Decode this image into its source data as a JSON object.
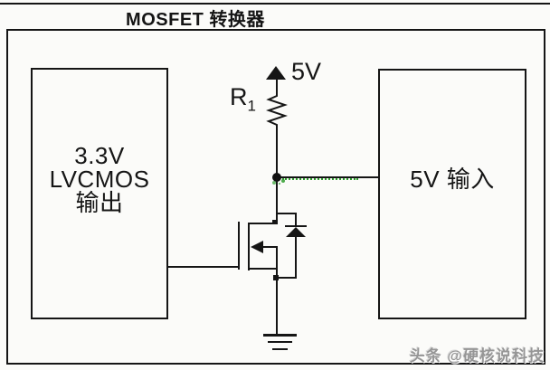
{
  "title": "MOSFET 转换器",
  "supply": {
    "label": "5V"
  },
  "resistor": {
    "name": "R",
    "subscript": "1"
  },
  "left_block": {
    "line1": "3.3V",
    "line2": "LVCMOS",
    "line3": "输出"
  },
  "right_block": {
    "label": "5V 输入"
  },
  "watermark": "头条 @硬核说科技",
  "colors": {
    "wire": "#151515",
    "green_wire": "#2f9e2f",
    "background": "#fbfbf9",
    "watermark_gray": "#969696"
  },
  "icons": {
    "supply-arrow-icon": "filled up triangle (5V rail)",
    "resistor-icon": "zigzag resistor",
    "junction-node-icon": "filled dot",
    "mosfet-body-arrow-icon": "filled left triangle",
    "body-diode-icon": "up triangle with cathode bar",
    "ground-icon": "three-bar earth ground"
  }
}
